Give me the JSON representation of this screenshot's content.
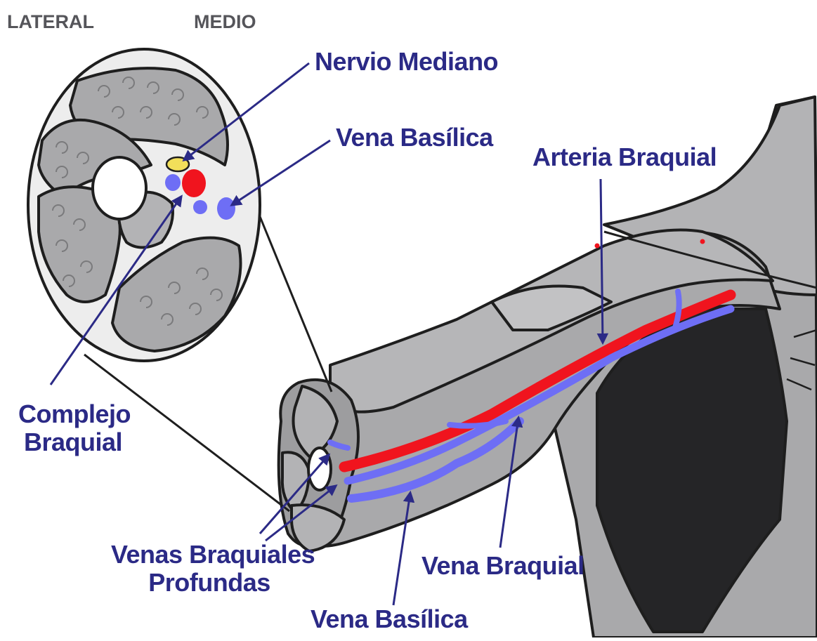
{
  "orientation": {
    "lateral": "LATERAL",
    "medial": "MEDIO"
  },
  "labels": {
    "median_nerve": "Nervio Mediano",
    "basilic_vein_top": "Vena Basílica",
    "brachial_artery": "Arteria Braquial",
    "brachial_complex_line1": "Complejo",
    "brachial_complex_line2": "Braquial",
    "deep_veins_line1": "Venas Braquiales",
    "deep_veins_line2": "Profundas",
    "brachial_vein": "Vena Braquial",
    "basilic_vein_bottom": "Vena Basílica"
  },
  "colors": {
    "label_text": "#2b2a86",
    "orientation_text": "#55555a",
    "pointer_line": "#2b2a86",
    "artery": "#f0141e",
    "vein": "#6e6ef5",
    "nerve": "#f2df5a",
    "muscle": "#a9a9ab",
    "bone": "#ffffff",
    "outline": "#1e1e1e",
    "axilla_shadow": "#252527"
  }
}
